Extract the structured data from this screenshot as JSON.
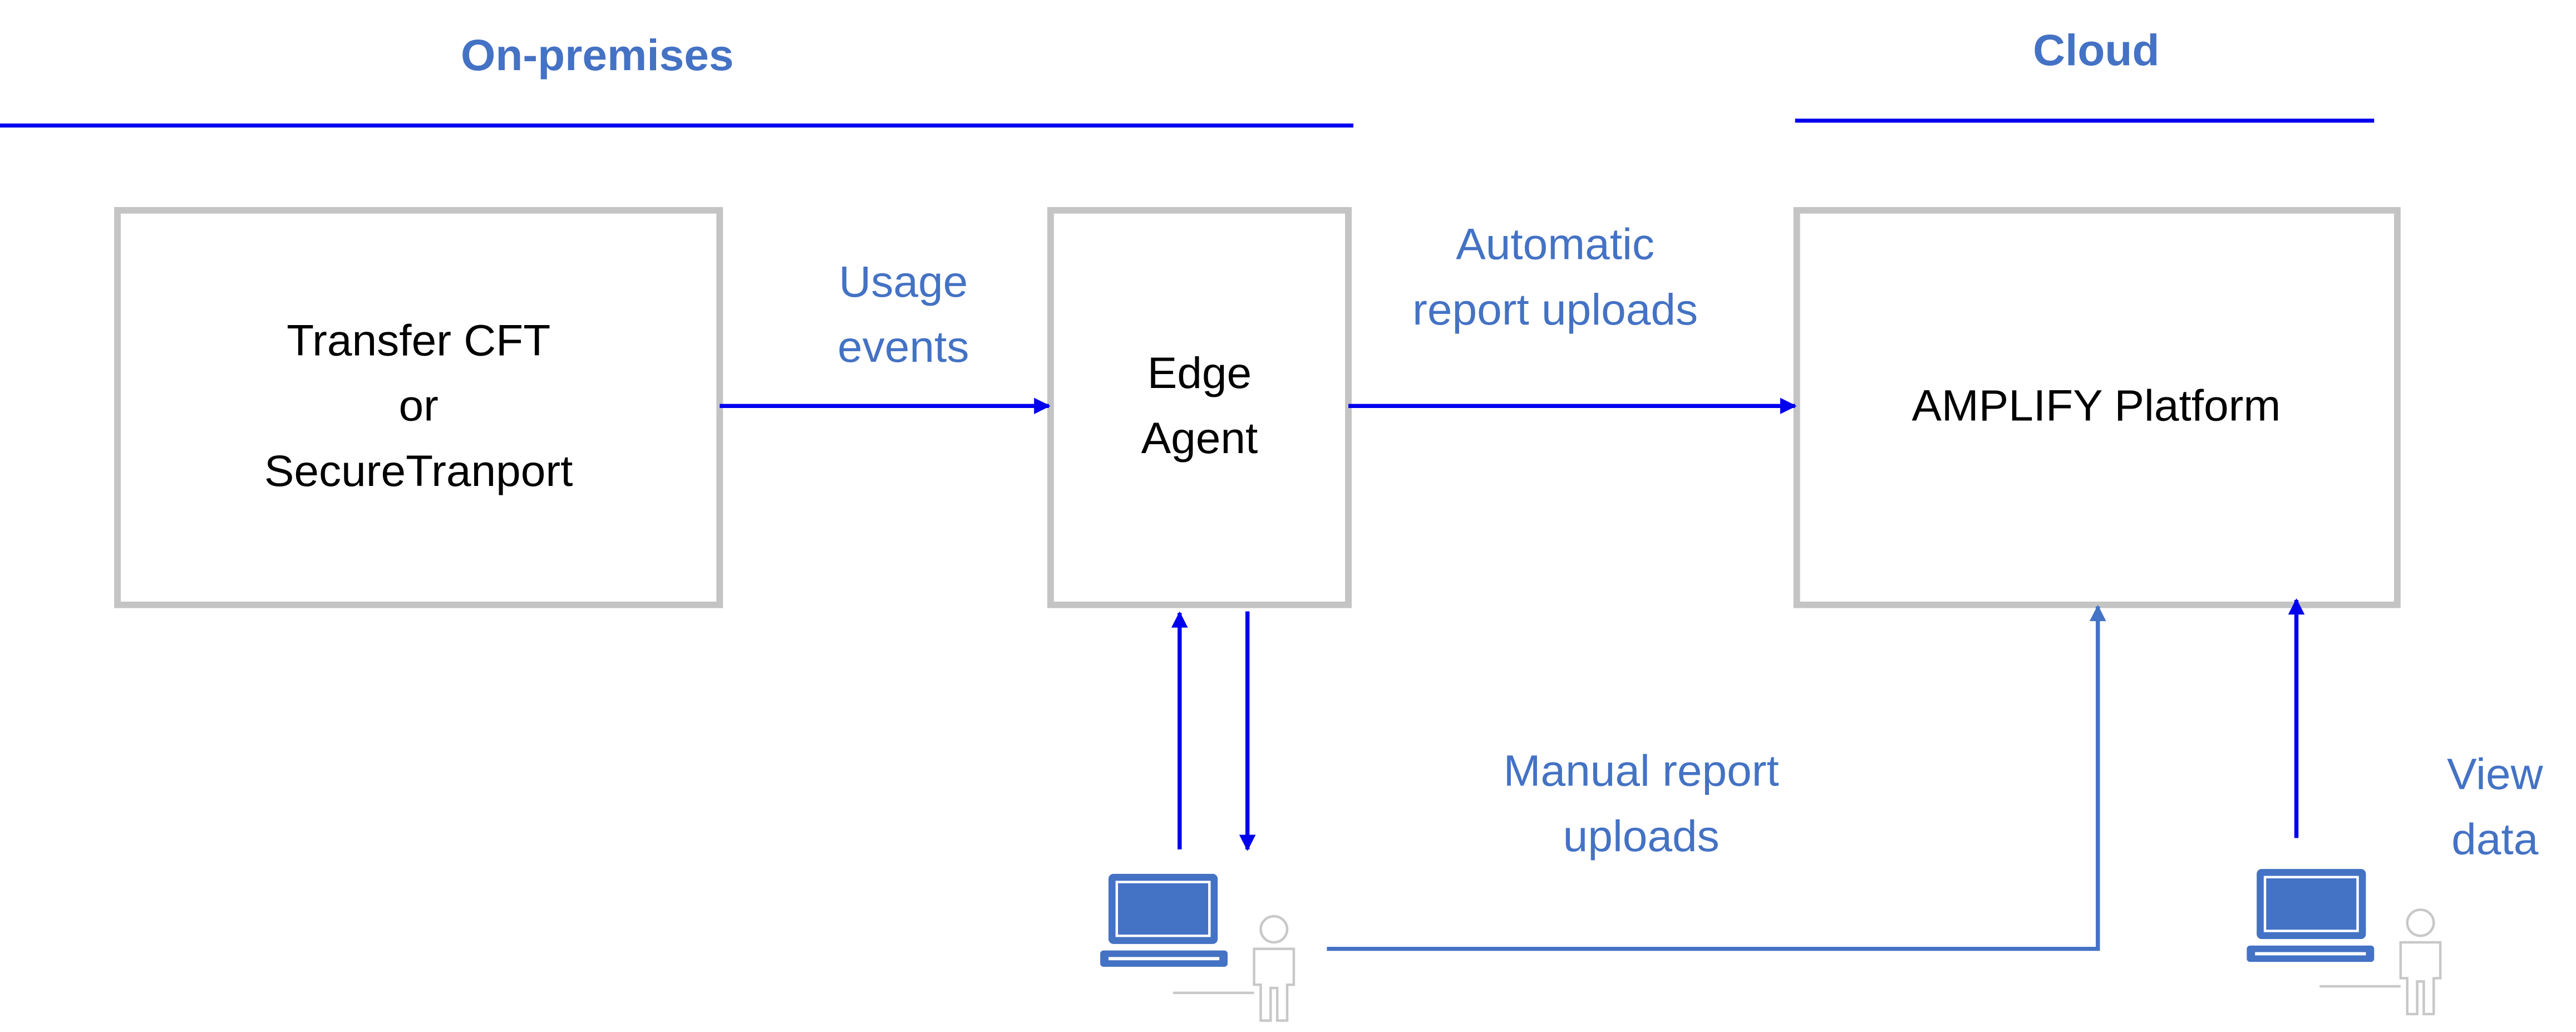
{
  "zones": {
    "on_premises": "On-premises",
    "cloud": "Cloud"
  },
  "nodes": {
    "transfer": [
      "Transfer CFT",
      "or",
      "SecureTranport"
    ],
    "edge_agent": [
      "Edge",
      "Agent"
    ],
    "amplify": "AMPLIFY Platform"
  },
  "flows": {
    "usage_events": [
      "Usage",
      "events"
    ],
    "automatic_uploads": [
      "Automatic",
      "report uploads"
    ],
    "manual_uploads": [
      "Manual report",
      "uploads"
    ],
    "view_data": [
      "View",
      "data"
    ]
  },
  "colors": {
    "strong_blue": "#0000ee",
    "steel_blue": "#4472c4",
    "box_border": "#c4c4c4",
    "person_outline": "#c8c8c8"
  },
  "icons": {
    "admin_user": "laptop-with-person-icon",
    "viewer_user": "laptop-with-person-icon"
  }
}
